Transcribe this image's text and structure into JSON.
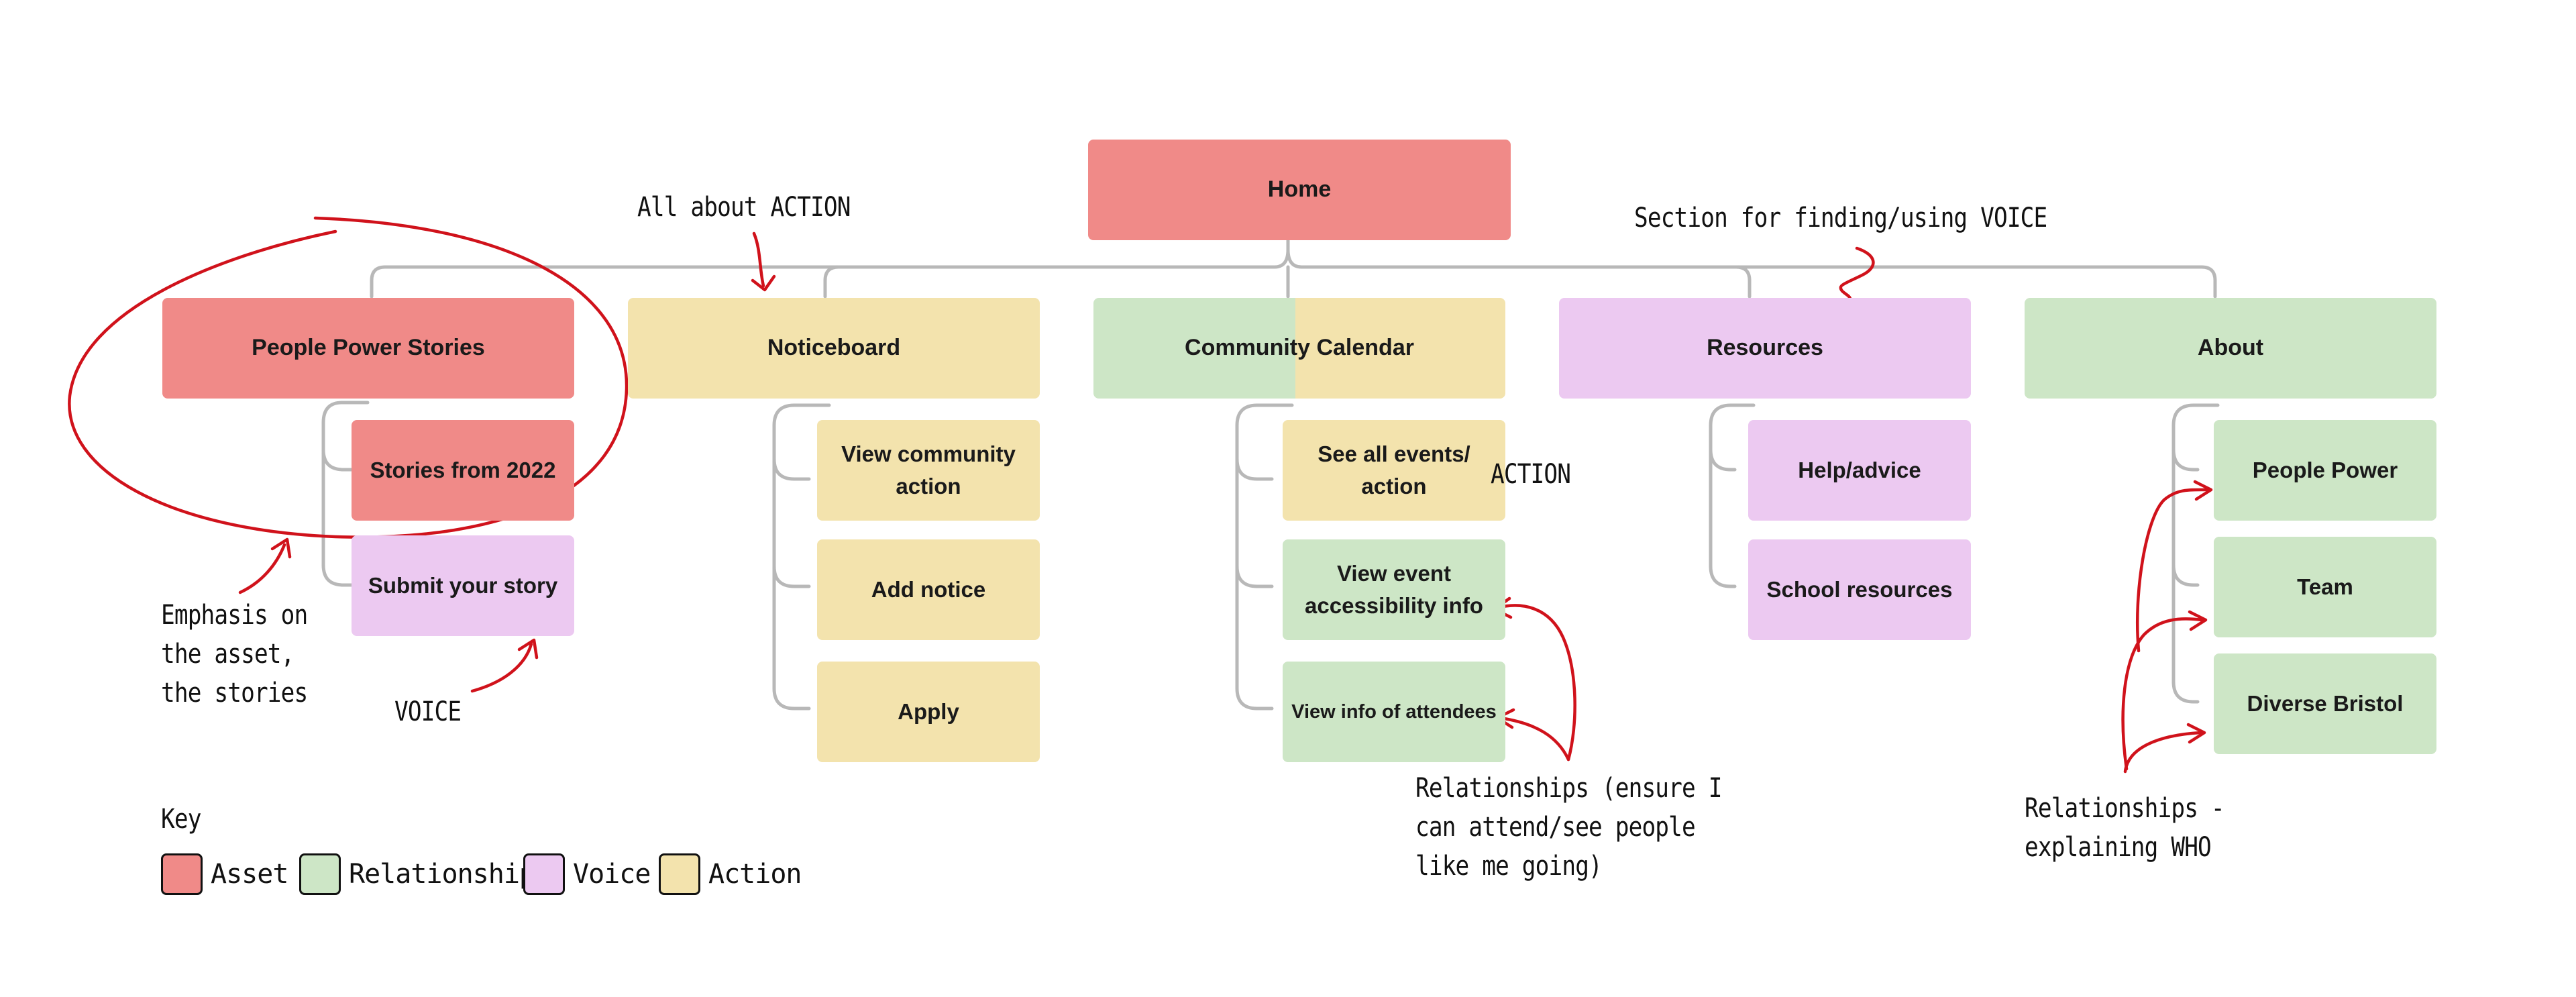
{
  "colors": {
    "asset": "#f08a88",
    "relationships": "#cde6c6",
    "voice": "#ecc9f1",
    "action": "#f3e3ad",
    "connector": "#b8b8b8",
    "annotation_red": "#d0121b"
  },
  "home": {
    "label": "Home"
  },
  "sections": [
    {
      "label": "People Power Stories",
      "category": "Asset",
      "children": [
        {
          "label": "Stories from 2022",
          "category": "Asset"
        },
        {
          "label": "Submit your story",
          "category": "Voice"
        }
      ]
    },
    {
      "label": "Noticeboard",
      "category": "Action",
      "children": [
        {
          "label": "View community action",
          "category": "Action"
        },
        {
          "label": "Add notice",
          "category": "Action"
        },
        {
          "label": "Apply",
          "category": "Action"
        }
      ]
    },
    {
      "label": "Community Calendar",
      "category": "Relationships / Action",
      "children": [
        {
          "label": "See all events/ action",
          "category": "Action"
        },
        {
          "label": "View event accessibility info",
          "category": "Relationships"
        },
        {
          "label": "View info of attendees",
          "category": "Relationships"
        }
      ]
    },
    {
      "label": "Resources",
      "category": "Voice",
      "children": [
        {
          "label": "Help/advice",
          "category": "Voice"
        },
        {
          "label": "School resources",
          "category": "Voice"
        }
      ]
    },
    {
      "label": "About",
      "category": "Relationships",
      "children": [
        {
          "label": "People Power",
          "category": "Relationships"
        },
        {
          "label": "Team",
          "category": "Relationships"
        },
        {
          "label": "Diverse Bristol",
          "category": "Relationships"
        }
      ]
    }
  ],
  "annotations": {
    "all_about_action": "All about ACTION",
    "section_voice": "Section for finding/using VOICE",
    "emphasis": "Emphasis on\nthe asset,\nthe stories",
    "voice": "VOICE",
    "action": "ACTION",
    "relationships_calendar": "Relationships (ensure I\ncan attend/see people\nlike me going)",
    "relationships_about": "Relationships -\nexplaining WHO"
  },
  "legend": {
    "title": "Key",
    "items": [
      {
        "label": "Asset",
        "color": "#f08a88"
      },
      {
        "label": "Relationships",
        "color": "#cde6c6"
      },
      {
        "label": "Voice",
        "color": "#ecc9f1"
      },
      {
        "label": "Action",
        "color": "#f3e3ad"
      }
    ]
  }
}
